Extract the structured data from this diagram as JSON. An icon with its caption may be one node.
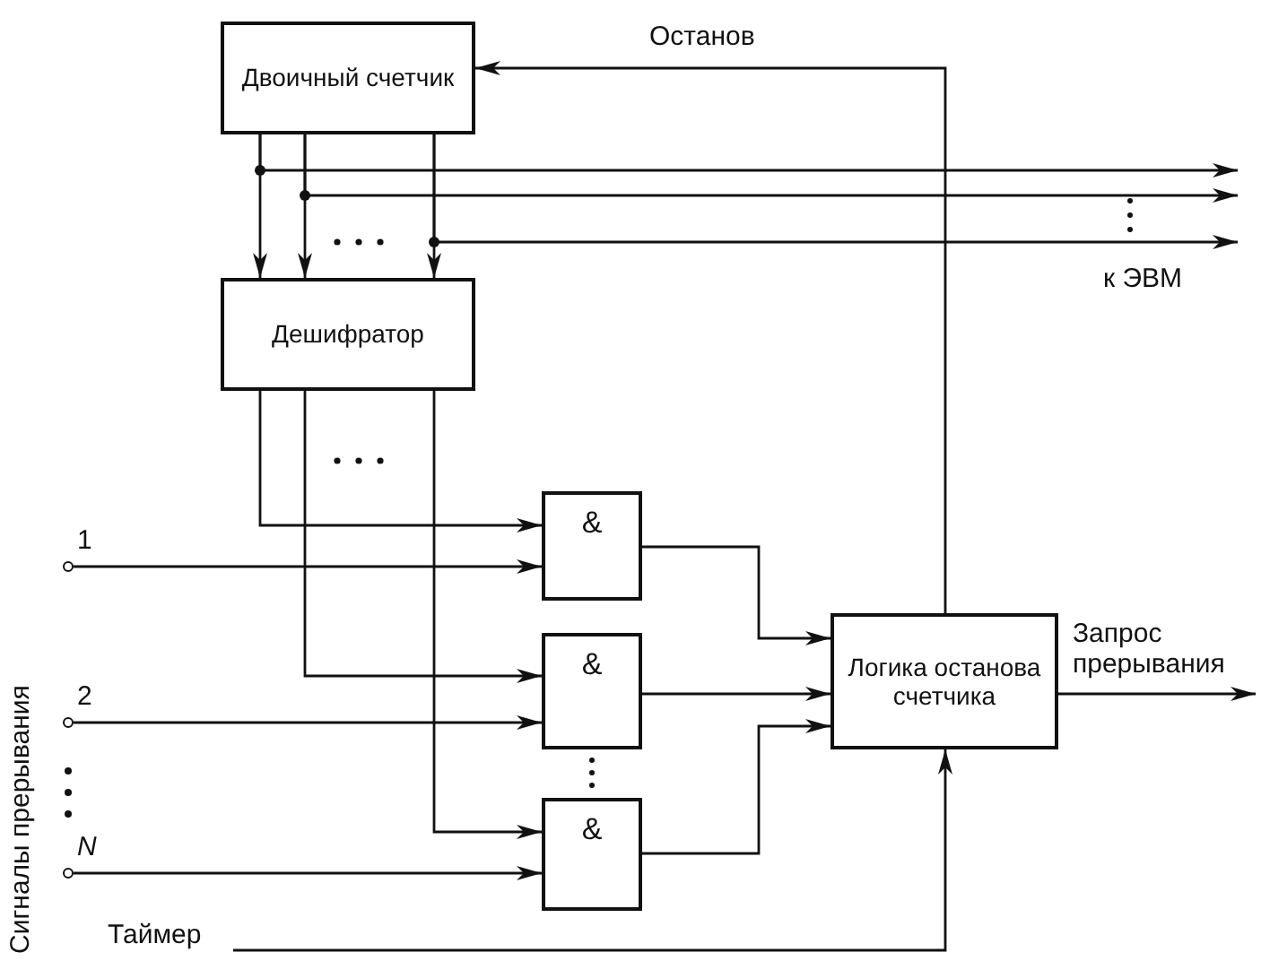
{
  "diagram": {
    "nodes": [
      {
        "text": [
          "Двоичный счетчик"
        ]
      },
      {
        "text": [
          "Дешифратор"
        ]
      },
      {
        "text": [
          "&"
        ]
      },
      {
        "text": [
          "&"
        ]
      },
      {
        "text": [
          "&"
        ]
      },
      {
        "text": [
          "Логика останова счетчика"
        ]
      },
      {
        "text": [
          "1"
        ]
      },
      {
        "text": [
          "2"
        ]
      },
      {
        "text": [
          "N"
        ]
      },
      {
        "text": [
          "Таймер"
        ]
      }
    ],
    "edges": [
      {
        "from": 0,
        "to": 1,
        "arrow": "to"
      },
      {
        "from": 0,
        "to": 1,
        "arrow": "to"
      },
      {
        "from": 0,
        "to": 1,
        "arrow": "to"
      },
      {
        "from": 0,
        "to": null,
        "arrow": "to"
      },
      {
        "from": 0,
        "to": null,
        "arrow": "to"
      },
      {
        "from": 0,
        "to": null,
        "arrow": "to"
      },
      {
        "from": 1,
        "to": 2,
        "arrow": "to"
      },
      {
        "from": 1,
        "to": 3,
        "arrow": "to"
      },
      {
        "from": 1,
        "to": 4,
        "arrow": "to"
      },
      {
        "from": 6,
        "to": 2,
        "arrow": "to"
      },
      {
        "from": 7,
        "to": 3,
        "arrow": "to"
      },
      {
        "from": 8,
        "to": 4,
        "arrow": "to"
      },
      {
        "from": 2,
        "to": 5,
        "arrow": "to"
      },
      {
        "from": 3,
        "to": 5,
        "arrow": "to"
      },
      {
        "from": 4,
        "to": 5,
        "arrow": "to"
      },
      {
        "from": 5,
        "to": 0,
        "arrow": "to",
        "label": "Останов"
      },
      {
        "from": 5,
        "to": null,
        "arrow": "to",
        "label": "Запрос прерывания"
      },
      {
        "from": 9,
        "to": 5,
        "arrow": "to"
      }
    ],
    "labels": [
      "к ЭВМ",
      "Сигналы прерывания"
    ]
  }
}
